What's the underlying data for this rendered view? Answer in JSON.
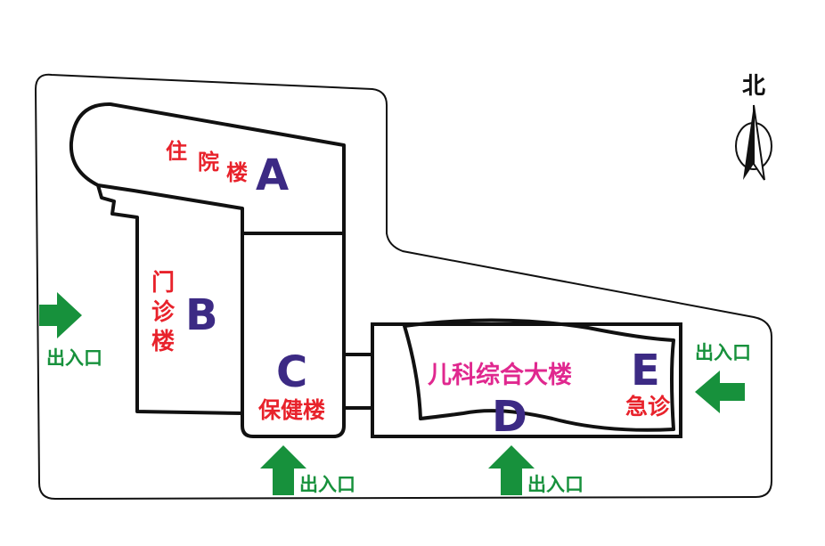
{
  "colors": {
    "outline": "#111111",
    "label_red": "#e8222b",
    "letter_purple": "#3c2a84",
    "pediatric_magenta": "#e0288f",
    "entrance_green": "#17913c"
  },
  "compass": {
    "label": "北",
    "icon": "north-arrow-icon"
  },
  "buildings": {
    "a": {
      "letter": "A",
      "c1": "住",
      "c2": "院",
      "c3": "楼"
    },
    "b": {
      "letter": "B",
      "name": "门诊楼"
    },
    "c": {
      "letter": "C",
      "name": "保健楼"
    },
    "d": {
      "letter": "D",
      "name": "儿科综合大楼"
    },
    "e": {
      "letter": "E",
      "name": "急诊"
    }
  },
  "entrances": {
    "west": "出入口",
    "south_c": "出入口",
    "south_d": "出入口",
    "east": "出入口"
  }
}
